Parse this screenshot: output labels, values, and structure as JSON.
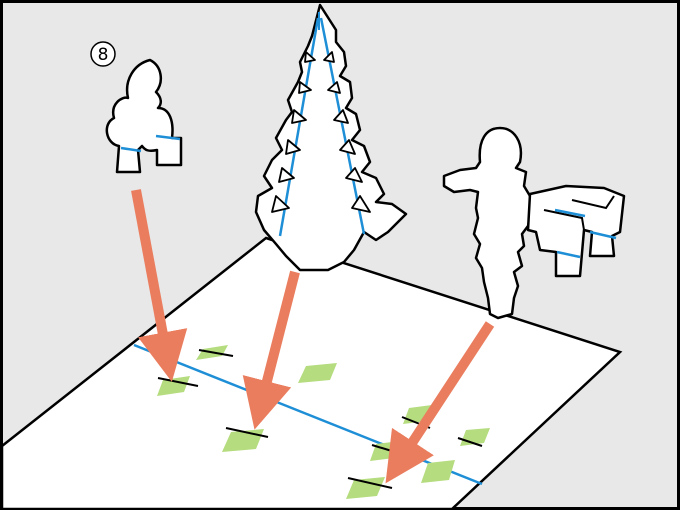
{
  "step_number": "8",
  "colors": {
    "frame": "#000000",
    "background": "#e8e8e8",
    "base_sheet": "#ffffff",
    "fold_line": "#1e8fd6",
    "arrow": "#ea7d5e",
    "slot_tab": "#b5dc7e",
    "cutout_outline": "#000000"
  },
  "parts": [
    {
      "name": "small-tree",
      "icon": "bush-cutout"
    },
    {
      "name": "tall-tree",
      "icon": "pine-tree-cutout"
    },
    {
      "name": "figure-with-bench",
      "icon": "person-and-bench-cutout"
    }
  ]
}
